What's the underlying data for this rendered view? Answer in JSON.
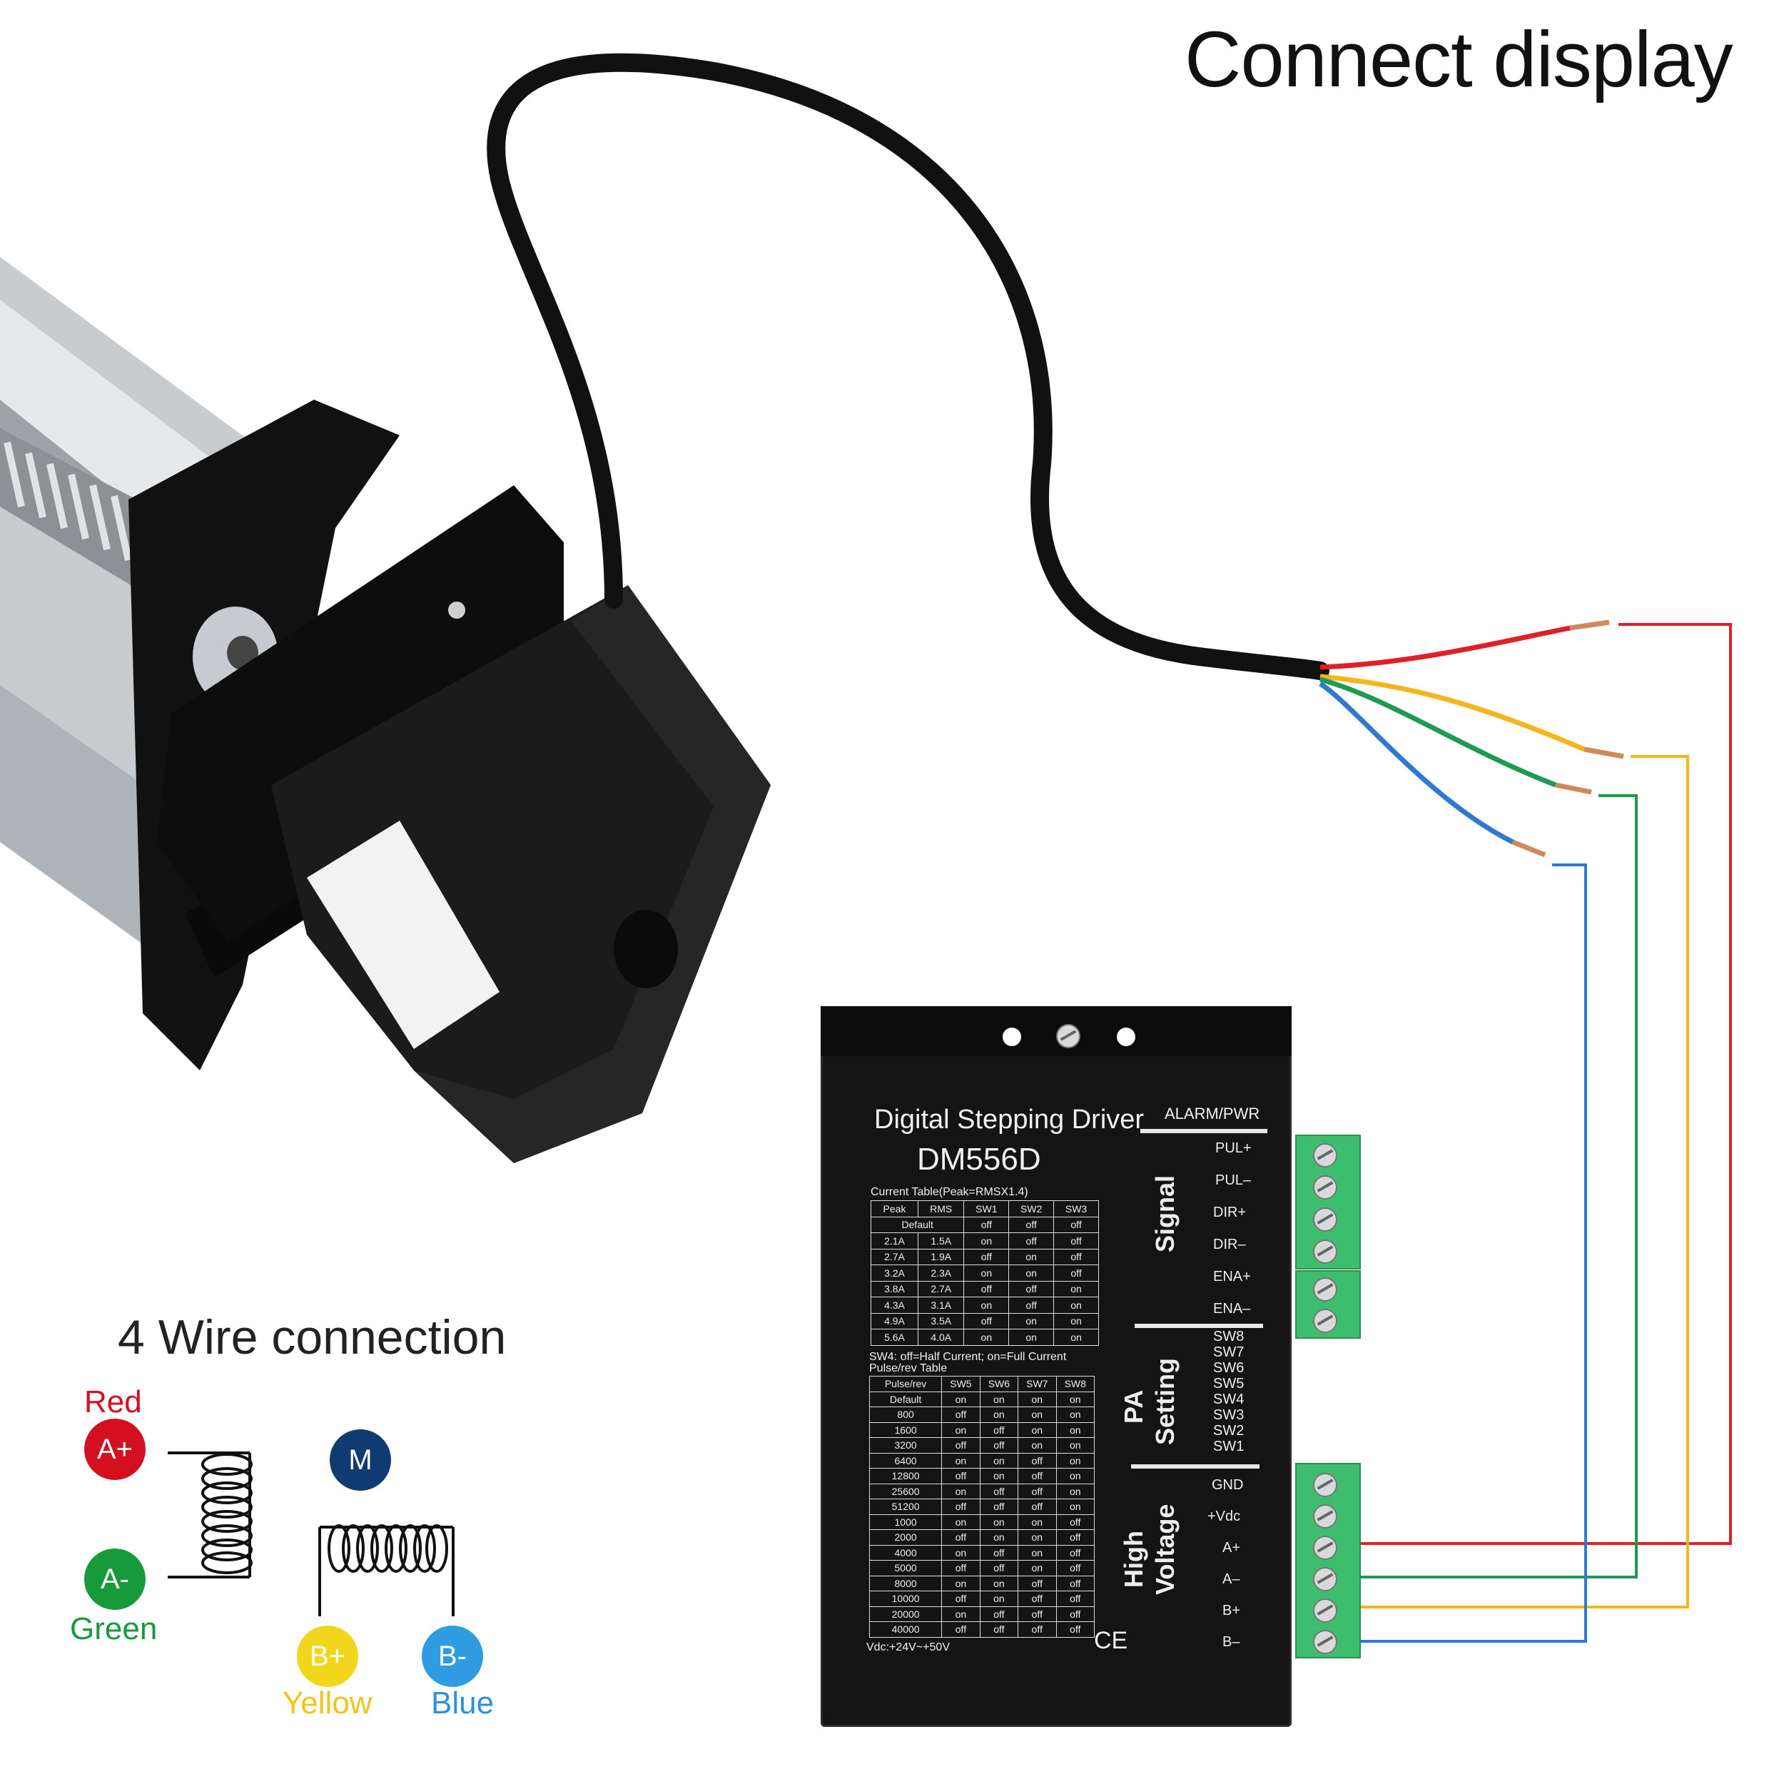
{
  "header": {
    "title": "Connect display"
  },
  "legend": {
    "title": "4 Wire connection",
    "pins": [
      {
        "symbol": "A+",
        "color_name": "Red",
        "hex": "#d40f1f"
      },
      {
        "symbol": "A-",
        "color_name": "Green",
        "hex": "#179a3c"
      },
      {
        "symbol": "M",
        "color_name": "",
        "hex": "#0f3a72"
      },
      {
        "symbol": "B+",
        "color_name": "Yellow",
        "hex": "#f2d61b"
      },
      {
        "symbol": "B-",
        "color_name": "Blue",
        "hex": "#2f9be0"
      }
    ],
    "text_colors": {
      "red": "#d40f1f",
      "green": "#179a3c",
      "yellow": "#f0c419",
      "blue": "#2f8fe0"
    }
  },
  "driver": {
    "title": "Digital Stepping Driver",
    "model": "DM556D",
    "alarm_label": "ALARM/PWR",
    "current_table_title": "Current Table(Peak=RMSX1.4)",
    "current_table": {
      "headers": [
        "Peak",
        "RMS",
        "SW1",
        "SW2",
        "SW3"
      ],
      "default_label": "Default",
      "default_values": [
        "off",
        "off",
        "off"
      ],
      "rows": [
        [
          "2.1A",
          "1.5A",
          "on",
          "off",
          "off"
        ],
        [
          "2.7A",
          "1.9A",
          "off",
          "on",
          "off"
        ],
        [
          "3.2A",
          "2.3A",
          "on",
          "on",
          "off"
        ],
        [
          "3.8A",
          "2.7A",
          "off",
          "off",
          "on"
        ],
        [
          "4.3A",
          "3.1A",
          "on",
          "off",
          "on"
        ],
        [
          "4.9A",
          "3.5A",
          "off",
          "on",
          "on"
        ],
        [
          "5.6A",
          "4.0A",
          "on",
          "on",
          "on"
        ]
      ]
    },
    "sw4_note": "SW4: off=Half Current; on=Full Current",
    "pulse_table_title": "Pulse/rev Table",
    "pulse_table": {
      "headers": [
        "Pulse/rev",
        "SW5",
        "SW6",
        "SW7",
        "SW8"
      ],
      "rows": [
        [
          "Default",
          "on",
          "on",
          "on",
          "on"
        ],
        [
          "800",
          "off",
          "on",
          "on",
          "on"
        ],
        [
          "1600",
          "on",
          "off",
          "on",
          "on"
        ],
        [
          "3200",
          "off",
          "off",
          "on",
          "on"
        ],
        [
          "6400",
          "on",
          "on",
          "off",
          "on"
        ],
        [
          "12800",
          "off",
          "on",
          "off",
          "on"
        ],
        [
          "25600",
          "on",
          "off",
          "off",
          "on"
        ],
        [
          "51200",
          "off",
          "off",
          "off",
          "on"
        ],
        [
          "1000",
          "on",
          "on",
          "on",
          "off"
        ],
        [
          "2000",
          "off",
          "on",
          "on",
          "off"
        ],
        [
          "4000",
          "on",
          "off",
          "on",
          "off"
        ],
        [
          "5000",
          "off",
          "off",
          "on",
          "off"
        ],
        [
          "8000",
          "on",
          "on",
          "off",
          "off"
        ],
        [
          "10000",
          "off",
          "on",
          "off",
          "off"
        ],
        [
          "20000",
          "on",
          "off",
          "off",
          "off"
        ],
        [
          "40000",
          "off",
          "off",
          "off",
          "off"
        ]
      ]
    },
    "vdc_note": "Vdc:+24V~+50V",
    "ce_mark": "CE",
    "sections": {
      "signal": "Signal",
      "pa1": "PA",
      "pa2": "Setting",
      "hv1": "High",
      "hv2": "Voltage"
    },
    "signal_pins": [
      "PUL+",
      "PUL–",
      "DIR+",
      "DIR–",
      "ENA+",
      "ENA–"
    ],
    "switch_labels": [
      "SW8",
      "SW7",
      "SW6",
      "SW5",
      "SW4",
      "SW3",
      "SW2",
      "SW1"
    ],
    "power_pins": [
      "GND",
      "+Vdc",
      "A+",
      "A–",
      "B+",
      "B–"
    ]
  },
  "wires": [
    {
      "name": "A+",
      "color": "#e01f26"
    },
    {
      "name": "A-",
      "color": "#1f9a55"
    },
    {
      "name": "B+",
      "color": "#f5b51c"
    },
    {
      "name": "B-",
      "color": "#2f79d0"
    }
  ]
}
